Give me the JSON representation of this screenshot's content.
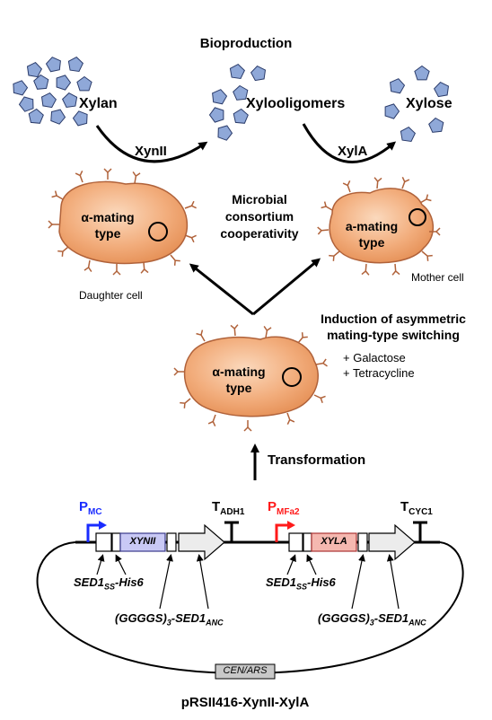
{
  "top": {
    "title": "Bioproduction",
    "xylan": "Xylan",
    "xylooligomers": "Xylooligomers",
    "xylose": "Xylose",
    "enzyme1": "XynII",
    "enzyme2": "XylA"
  },
  "middle": {
    "consortium": [
      "Microbial",
      "consortium",
      "cooperativity"
    ],
    "daughter_mating": [
      "α-mating",
      "type"
    ],
    "mother_mating": [
      "a-mating",
      "type"
    ],
    "daughter_caption": "Daughter cell",
    "mother_caption": "Mother cell",
    "induction": [
      "Induction of asymmetric",
      "mating-type switching"
    ],
    "conditions": [
      "+ Galactose",
      "+ Tetracycline"
    ],
    "parent_mating": [
      "α-mating",
      "type"
    ],
    "transformation": "Transformation"
  },
  "plasmid": {
    "name": "pRSII416-XynII-XylA",
    "origin": "CEN/ARS",
    "promoter1": {
      "main": "P",
      "sub": "MC"
    },
    "promoter2": {
      "main": "P",
      "sub": "MFa2"
    },
    "terminator1": {
      "main": "T",
      "sub": "ADH1"
    },
    "terminator2": {
      "main": "T",
      "sub": "CYC1"
    },
    "gene1": "XYNII",
    "gene2": "XYLA",
    "signal": {
      "a": "SED1",
      "sub": "SS",
      "b": "-His6"
    },
    "anchor": {
      "a": "(GGGGS)",
      "sub1": "3",
      "b": "-SED1",
      "sub2": "ANC"
    }
  },
  "colors": {
    "cell_fill": "#f0a672",
    "cell_stroke": "#b0623a",
    "sugar_fill": "#8fa8d8",
    "sugar_stroke": "#2b3c6b",
    "promoter_mc": "#1a2cff",
    "promoter_mfa2": "#ff1a1a",
    "xynii_box": "#c9c9f5",
    "xyla_box": "#f5b8b0"
  }
}
